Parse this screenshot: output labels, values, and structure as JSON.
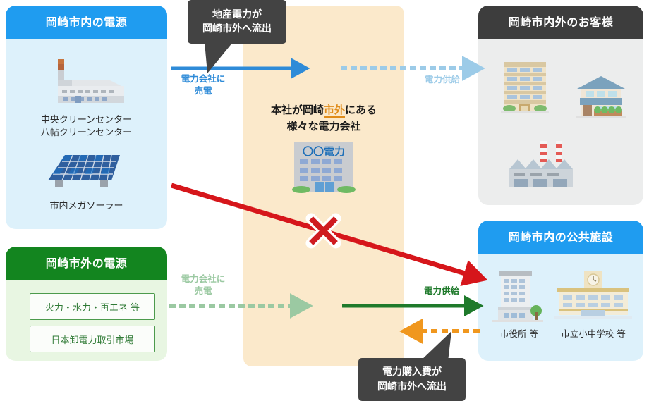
{
  "panels": {
    "source_in_city": {
      "title": "岡崎市内の電源",
      "header_color": "#1f9cf0",
      "body_color": "#ddf1fb",
      "items": [
        {
          "icon": "factory-icon",
          "label_line1": "中央クリーンセンター",
          "label_line2": "八帖クリーンセンター"
        },
        {
          "icon": "solar-panel-icon",
          "label_line1": "市内メガソーラー",
          "label_line2": ""
        }
      ]
    },
    "source_out_city": {
      "title": "岡崎市外の電源",
      "header_color": "#13851f",
      "body_color": "#e8f6e2",
      "boxes": [
        "火力・水力・再エネ 等",
        "日本卸電力取引市場"
      ]
    },
    "customers": {
      "title": "岡崎市内外のお客様",
      "header_color": "#3d3d3d",
      "body_color": "#eceded",
      "icons": [
        "apartment-building-icon",
        "house-shop-icon",
        "factory-icon"
      ]
    },
    "public_facilities": {
      "title": "岡崎市内の公共施設",
      "header_color": "#1f9cf0",
      "body_color": "#ddf1fb",
      "items": [
        {
          "icon": "city-hall-icon",
          "label": "市役所 等"
        },
        {
          "icon": "school-icon",
          "label": "市立小中学校 等"
        }
      ]
    }
  },
  "center": {
    "background_color": "#fbe9cb",
    "title_line1_a": "本社が岡崎",
    "title_line1_highlight": "市外",
    "title_line1_b": "にある",
    "title_line2": "様々な電力会社",
    "building_label": "〇〇電力",
    "highlight_color": "#e08c1a"
  },
  "callouts": {
    "top": {
      "line1": "地産電力が",
      "line2": "岡崎市外へ流出",
      "color": "#434343"
    },
    "bottom": {
      "line1": "電力購入費が",
      "line2": "岡崎市外へ流出",
      "color": "#434343"
    }
  },
  "arrows": {
    "sell_to_utility_top": {
      "line1": "電力会社に",
      "line2": "売電",
      "color": "#2e8bd8",
      "style": "solid"
    },
    "supply_top": {
      "line1": "電力供給",
      "line2": "",
      "color": "#9ccbe8",
      "style": "dashed"
    },
    "sell_to_utility_bottom": {
      "line1": "電力会社に",
      "line2": "売電",
      "color": "#9bc9a2",
      "style": "dashed"
    },
    "supply_bottom": {
      "line1": "電力供給",
      "line2": "",
      "color": "#1f7a2b",
      "style": "solid"
    },
    "payment_flow": {
      "label": "",
      "color": "#f0971e",
      "style": "dashed"
    },
    "blocked_flow": {
      "label": "",
      "color": "#d6161b",
      "style": "solid",
      "marker": "x-cross"
    }
  }
}
